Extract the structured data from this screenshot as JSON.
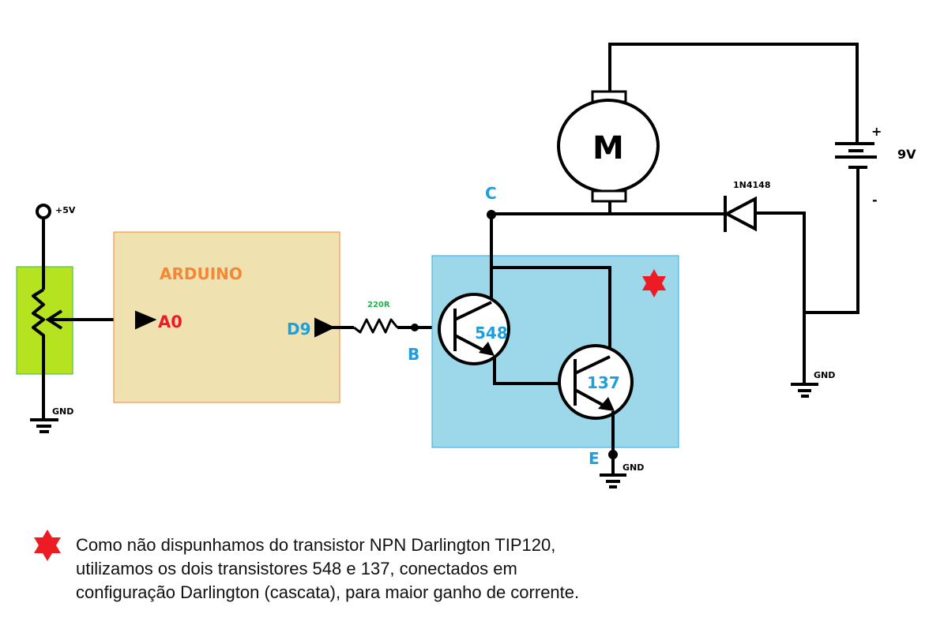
{
  "diagram": {
    "title": "Arduino DC motor speed control with Darlington pair",
    "colors": {
      "wire": "#000000",
      "pot_fill": "#b5e31f",
      "pot_border": "#39b54a",
      "arduino_fill": "#efe2b0",
      "arduino_border": "#f58634",
      "darlington_fill": "#9cd8ea",
      "darlington_border": "#33a8e0",
      "label_blue": "#1aa0e0",
      "label_orange": "#f58634",
      "label_red": "#ed1c24",
      "label_green": "#22b14c",
      "star_red": "#ed1c24"
    },
    "potentiometer": {
      "supply_label": "+5V",
      "ground_label": "GND"
    },
    "arduino": {
      "label": "ARDUINO",
      "input_pin": "A0",
      "output_pin": "D9"
    },
    "resistor": {
      "label": "220R"
    },
    "nodes": {
      "base": "B",
      "collector": "C",
      "emitter": "E"
    },
    "transistors": [
      {
        "label": "548",
        "type": "NPN"
      },
      {
        "label": "137",
        "type": "NPN"
      }
    ],
    "motor": {
      "label": "M"
    },
    "diode": {
      "label": "1N4148"
    },
    "battery": {
      "label": "9V",
      "plus": "+",
      "minus": "-"
    },
    "grounds": {
      "emitter_ground": "GND",
      "battery_ground": "GND"
    },
    "footnote": {
      "marker": "star-icon",
      "lines": [
        "Como não dispunhamos do transistor NPN Darlington TIP120,",
        "utilizamos os dois transistores 548 e 137, conectados em",
        "configuração Darlington (cascata), para maior ganho de corrente."
      ]
    }
  }
}
